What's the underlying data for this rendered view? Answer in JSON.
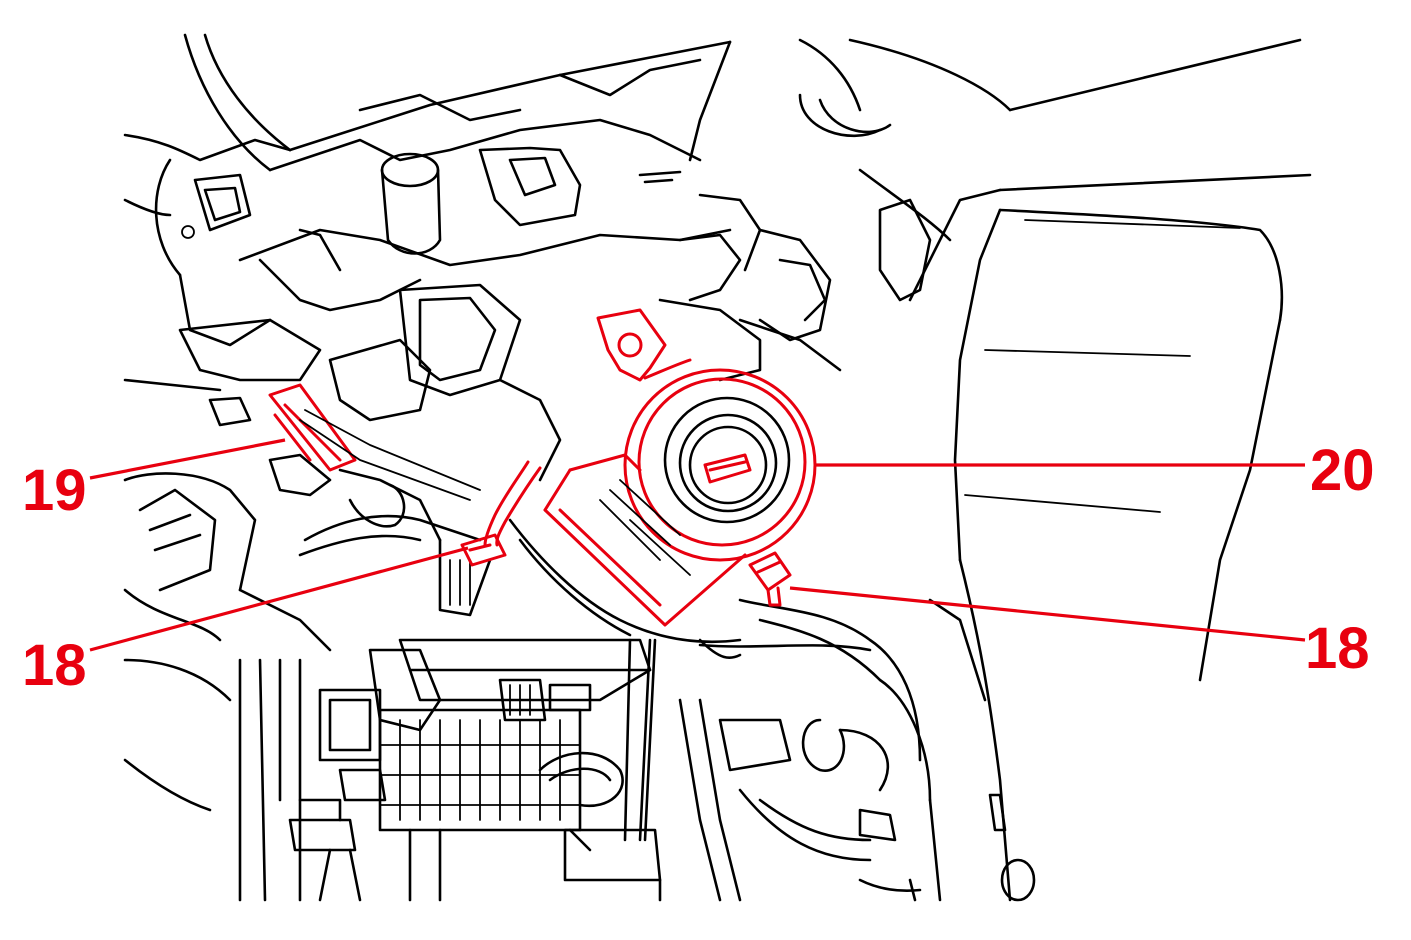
{
  "diagram": {
    "colors": {
      "line": "#000000",
      "highlight": "#e8000f",
      "background": "#ffffff"
    },
    "callouts": [
      {
        "id": "callout-19",
        "label": "19"
      },
      {
        "id": "callout-20",
        "label": "20"
      },
      {
        "id": "callout-18-left",
        "label": "18"
      },
      {
        "id": "callout-18-right",
        "label": "18"
      }
    ]
  }
}
